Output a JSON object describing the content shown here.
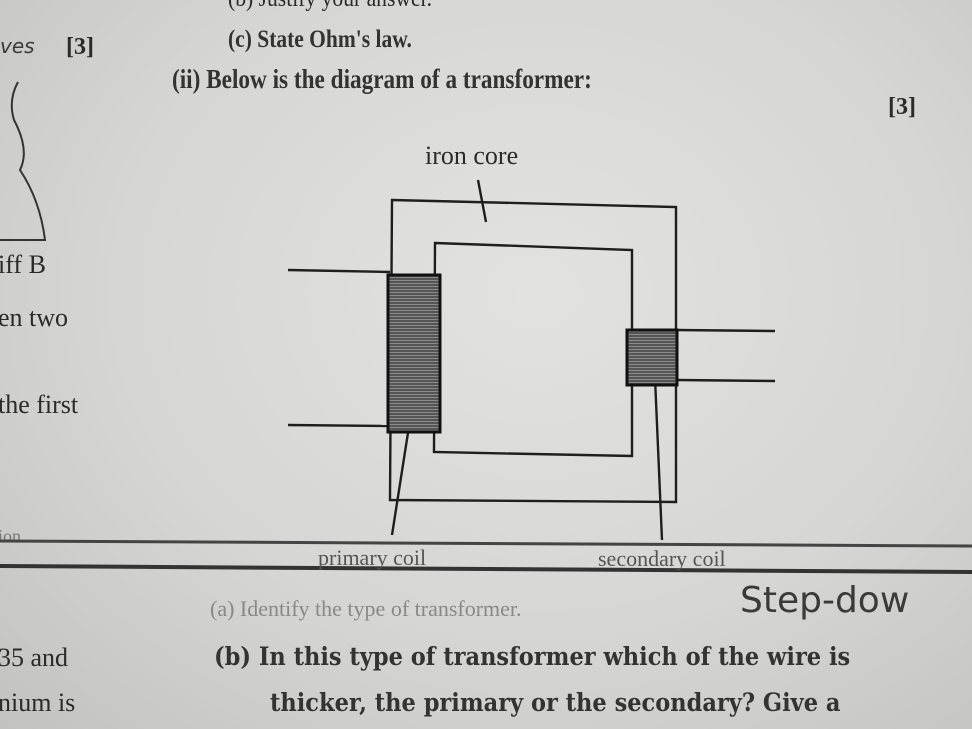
{
  "top_partial": "(b) Justify your answer.",
  "left_margin": {
    "handwritten_top": "ves",
    "marks_top": "[3]",
    "fragments": [
      "iff B",
      "en two",
      "the first",
      "ion",
      "35 and",
      "nium is"
    ]
  },
  "questions": {
    "c": "(c) State Ohm's law.",
    "ii": "(ii) Below is the diagram of a transformer:",
    "ii_marks": "[3]",
    "a": "(a) Identify the type of transformer.",
    "a_answer_handwritten": "Step-dow",
    "b_line1": "(b) In this type of transformer which of the wire is",
    "b_line2": "thicker, the primary or the secondary? Give a"
  },
  "diagram": {
    "label_core": "iron core",
    "label_primary": "primary coil",
    "label_secondary": "secondary coil"
  }
}
